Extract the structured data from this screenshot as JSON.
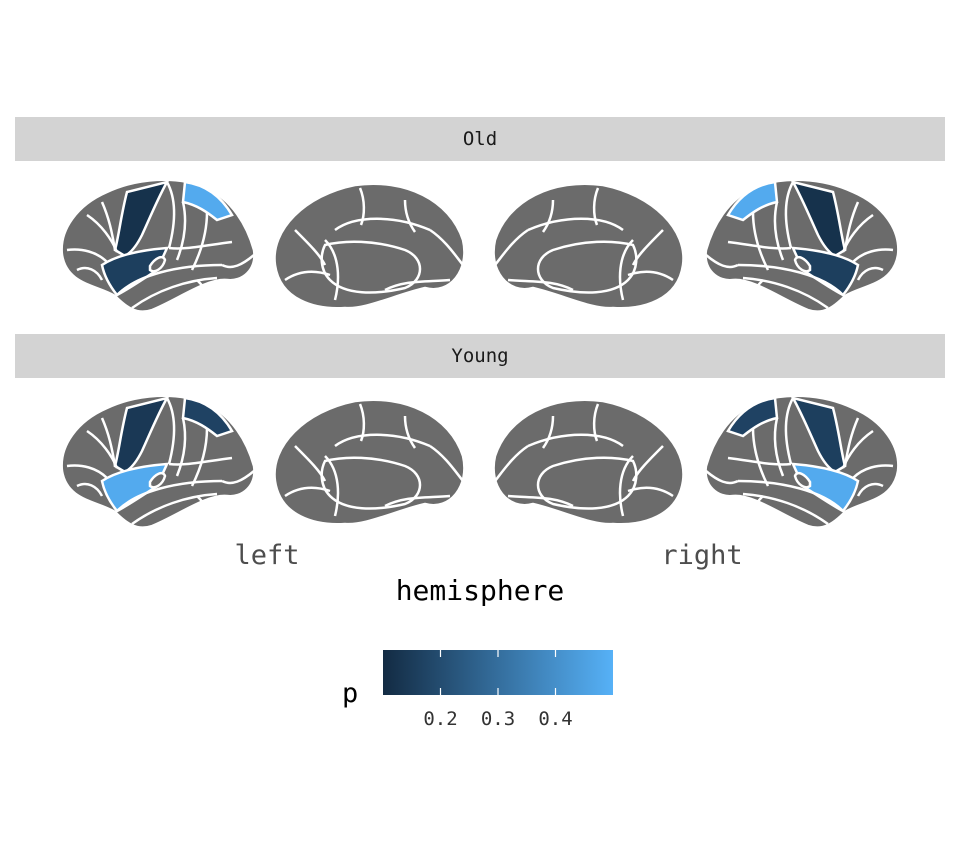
{
  "chart_data": {
    "type": "brain-atlas",
    "facets": [
      {
        "name": "Old",
        "regions": [
          {
            "hemi": "left",
            "view": "lateral",
            "region": "precentral",
            "p": 0.12
          },
          {
            "hemi": "left",
            "view": "lateral",
            "region": "superior temporal",
            "p": 0.16
          },
          {
            "hemi": "left",
            "view": "lateral",
            "region": "superior parietal",
            "p": 0.48
          },
          {
            "hemi": "right",
            "view": "lateral",
            "region": "precentral",
            "p": 0.12
          },
          {
            "hemi": "right",
            "view": "lateral",
            "region": "superior temporal",
            "p": 0.16
          },
          {
            "hemi": "right",
            "view": "lateral",
            "region": "superior parietal",
            "p": 0.48
          }
        ]
      },
      {
        "name": "Young",
        "regions": [
          {
            "hemi": "left",
            "view": "lateral",
            "region": "precentral",
            "p": 0.14
          },
          {
            "hemi": "left",
            "view": "lateral",
            "region": "superior temporal",
            "p": 0.48
          },
          {
            "hemi": "left",
            "view": "lateral",
            "region": "superior parietal",
            "p": 0.17
          },
          {
            "hemi": "right",
            "view": "lateral",
            "region": "precentral",
            "p": 0.16
          },
          {
            "hemi": "right",
            "view": "lateral",
            "region": "superior temporal",
            "p": 0.48
          },
          {
            "hemi": "right",
            "view": "lateral",
            "region": "superior parietal",
            "p": 0.17
          }
        ]
      }
    ],
    "x_tick_labels": [
      "left",
      "right"
    ],
    "xlabel": "hemisphere",
    "legend": {
      "title": "p",
      "ticks": [
        0.2,
        0.3,
        0.4
      ],
      "range": [
        0.1,
        0.5
      ],
      "low_color": "#132B43",
      "high_color": "#56B1F7"
    },
    "na_color": "#6b6b6b",
    "outline_color": "#ffffff",
    "strip_color": "#d3d3d3"
  }
}
